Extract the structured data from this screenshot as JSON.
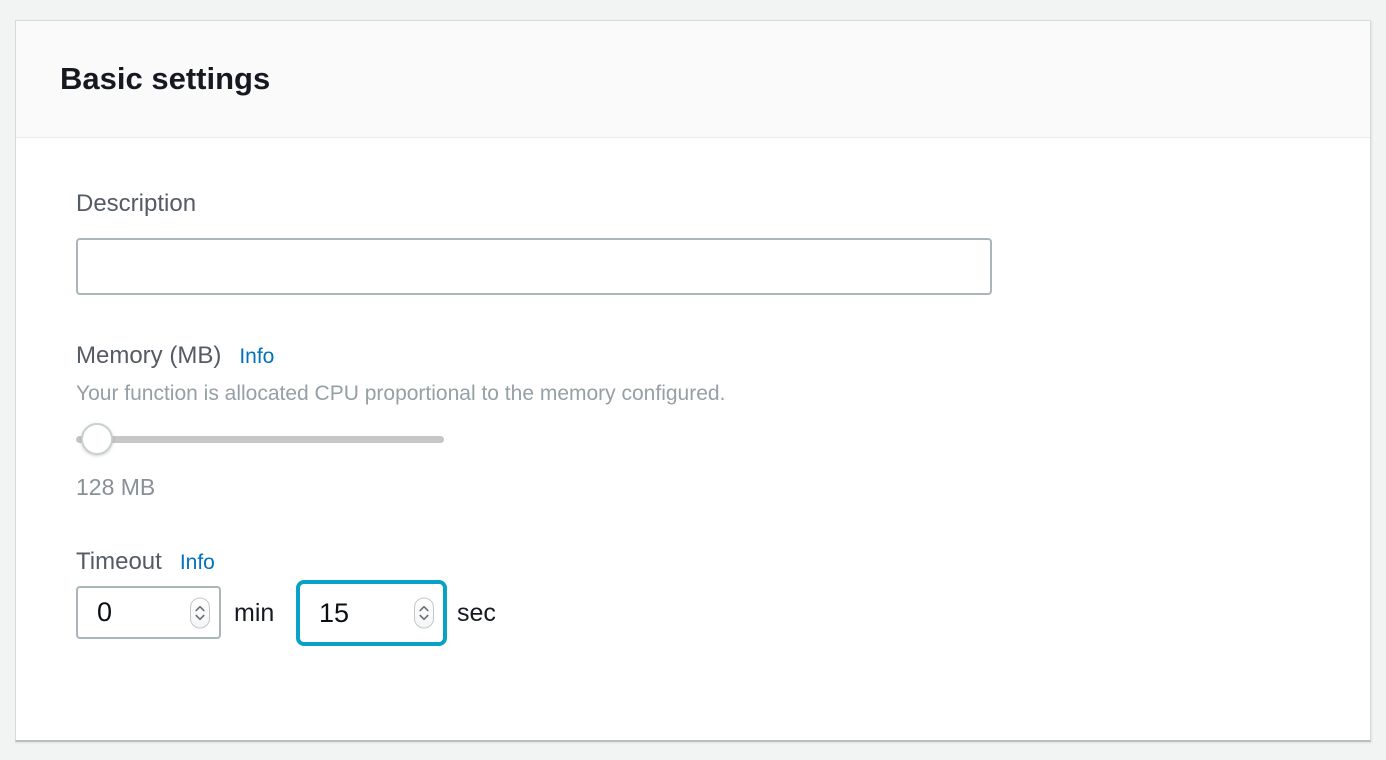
{
  "panel": {
    "title": "Basic settings"
  },
  "fields": {
    "description": {
      "label": "Description",
      "value": ""
    },
    "memory": {
      "label": "Memory (MB)",
      "info": "Info",
      "helper": "Your function is allocated CPU proportional to the memory configured.",
      "display_value": "128 MB"
    },
    "timeout": {
      "label": "Timeout",
      "info": "Info",
      "minutes_value": "0",
      "minutes_unit": "min",
      "seconds_value": "15",
      "seconds_unit": "sec"
    }
  },
  "colors": {
    "page_bg": "#f2f3f3",
    "panel_bg": "#ffffff",
    "header_bg": "#fafafa",
    "panel_border": "#d5dbdb",
    "divider": "#eaeded",
    "title_text": "#16191f",
    "label_text": "#545b64",
    "helper_text": "#95a0a5",
    "muted_value_text": "#879196",
    "link": "#0073bb",
    "input_border": "#aab7b8",
    "focus_border": "#09a2c6",
    "slider_track": "#c6c6c6"
  }
}
